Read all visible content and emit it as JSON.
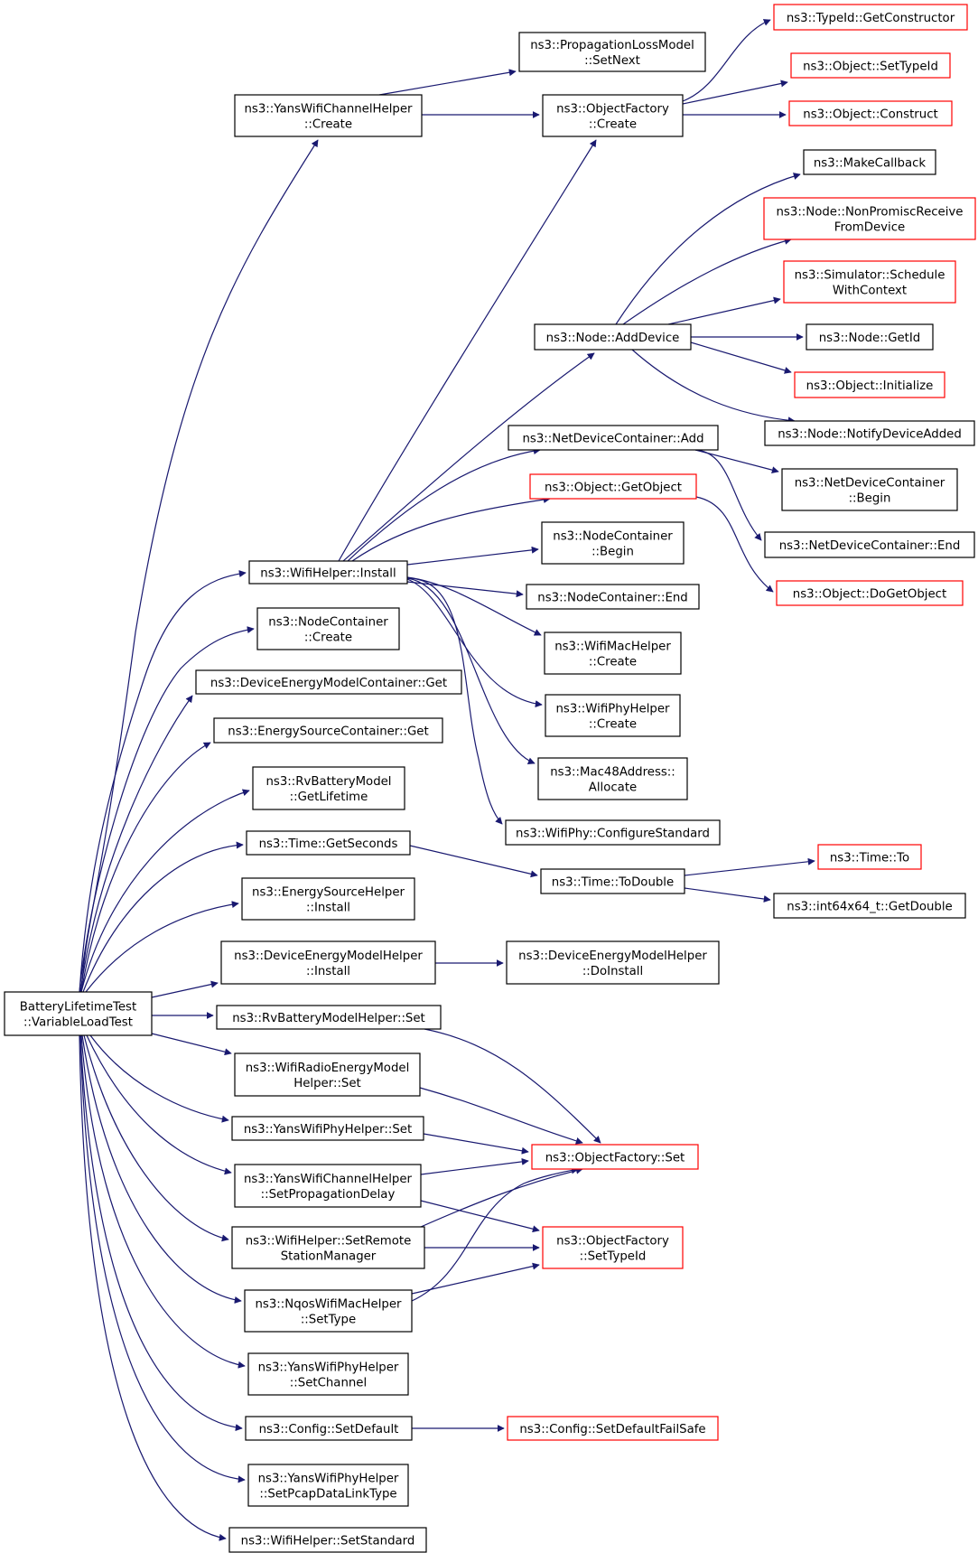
{
  "colors": {
    "edge": "#191970",
    "node_border": "#000000",
    "node_border_truncated": "#ff0000",
    "root_fill": "#bfbfbf",
    "node_fill": "#ffffff"
  },
  "nodes": {
    "root": {
      "lines": [
        "BatteryLifetimeTest",
        "::VariableLoadTest"
      ],
      "root": true
    },
    "yans_channel_create": {
      "lines": [
        "ns3::YansWifiChannelHelper",
        "::Create"
      ]
    },
    "wifi_install": {
      "lines": [
        "ns3::WifiHelper::Install"
      ]
    },
    "nodecontainer_create": {
      "lines": [
        "ns3::NodeContainer",
        "::Create"
      ]
    },
    "demc_get": {
      "lines": [
        "ns3::DeviceEnergyModelContainer::Get"
      ]
    },
    "esc_get": {
      "lines": [
        "ns3::EnergySourceContainer::Get"
      ]
    },
    "rvb_getlifetime": {
      "lines": [
        "ns3::RvBatteryModel",
        "::GetLifetime"
      ]
    },
    "time_getseconds": {
      "lines": [
        "ns3::Time::GetSeconds"
      ]
    },
    "esh_install": {
      "lines": [
        "ns3::EnergySourceHelper",
        "::Install"
      ]
    },
    "demh_install": {
      "lines": [
        "ns3::DeviceEnergyModelHelper",
        "::Install"
      ]
    },
    "rvbh_set": {
      "lines": [
        "ns3::RvBatteryModelHelper::Set"
      ]
    },
    "wremh_set": {
      "lines": [
        "ns3::WifiRadioEnergyModel",
        "Helper::Set"
      ]
    },
    "ywph_set": {
      "lines": [
        "ns3::YansWifiPhyHelper::Set"
      ]
    },
    "ywch_setprop": {
      "lines": [
        "ns3::YansWifiChannelHelper",
        "::SetPropagationDelay"
      ]
    },
    "wh_setremote": {
      "lines": [
        "ns3::WifiHelper::SetRemote",
        "StationManager"
      ]
    },
    "nqos_settype": {
      "lines": [
        "ns3::NqosWifiMacHelper",
        "::SetType"
      ]
    },
    "ywph_setchannel": {
      "lines": [
        "ns3::YansWifiPhyHelper",
        "::SetChannel"
      ]
    },
    "config_setdefault": {
      "lines": [
        "ns3::Config::SetDefault"
      ]
    },
    "ywph_setpcap": {
      "lines": [
        "ns3::YansWifiPhyHelper",
        "::SetPcapDataLinkType"
      ]
    },
    "wh_setstandard": {
      "lines": [
        "ns3::WifiHelper::SetStandard"
      ]
    },
    "plm_setnext": {
      "lines": [
        "ns3::PropagationLossModel",
        "::SetNext"
      ]
    },
    "of_create": {
      "lines": [
        "ns3::ObjectFactory",
        "::Create"
      ]
    },
    "node_adddevice": {
      "lines": [
        "ns3::Node::AddDevice"
      ]
    },
    "ndc_add": {
      "lines": [
        "ns3::NetDeviceContainer::Add"
      ]
    },
    "obj_getobject": {
      "lines": [
        "ns3::Object::GetObject"
      ],
      "truncated": true
    },
    "nc_begin": {
      "lines": [
        "ns3::NodeContainer",
        "::Begin"
      ]
    },
    "nc_end": {
      "lines": [
        "ns3::NodeContainer::End"
      ]
    },
    "wmh_create": {
      "lines": [
        "ns3::WifiMacHelper",
        "::Create"
      ]
    },
    "wph_create": {
      "lines": [
        "ns3::WifiPhyHelper",
        "::Create"
      ]
    },
    "mac48_allocate": {
      "lines": [
        "ns3::Mac48Address::",
        "Allocate"
      ]
    },
    "wifiphy_configstd": {
      "lines": [
        "ns3::WifiPhy::ConfigureStandard"
      ]
    },
    "time_todouble": {
      "lines": [
        "ns3::Time::ToDouble"
      ]
    },
    "demh_doinstall": {
      "lines": [
        "ns3::DeviceEnergyModelHelper",
        "::DoInstall"
      ]
    },
    "of_set": {
      "lines": [
        "ns3::ObjectFactory::Set"
      ],
      "truncated": true
    },
    "of_settypeid": {
      "lines": [
        "ns3::ObjectFactory",
        "::SetTypeId"
      ],
      "truncated": true
    },
    "config_setdefaultfs": {
      "lines": [
        "ns3::Config::SetDefaultFailSafe"
      ],
      "truncated": true
    },
    "typeid_getctor": {
      "lines": [
        "ns3::TypeId::GetConstructor"
      ],
      "truncated": true
    },
    "obj_settypeid": {
      "lines": [
        "ns3::Object::SetTypeId"
      ],
      "truncated": true
    },
    "obj_construct": {
      "lines": [
        "ns3::Object::Construct"
      ],
      "truncated": true
    },
    "makecallback": {
      "lines": [
        "ns3::MakeCallback"
      ]
    },
    "node_nonpromisc": {
      "lines": [
        "ns3::Node::NonPromiscReceive",
        "FromDevice"
      ],
      "truncated": true
    },
    "sim_schedulectx": {
      "lines": [
        "ns3::Simulator::Schedule",
        "WithContext"
      ],
      "truncated": true
    },
    "node_getid": {
      "lines": [
        "ns3::Node::GetId"
      ]
    },
    "obj_initialize": {
      "lines": [
        "ns3::Object::Initialize"
      ],
      "truncated": true
    },
    "node_notifyadded": {
      "lines": [
        "ns3::Node::NotifyDeviceAdded"
      ]
    },
    "ndc_begin": {
      "lines": [
        "ns3::NetDeviceContainer",
        "::Begin"
      ]
    },
    "ndc_end": {
      "lines": [
        "ns3::NetDeviceContainer::End"
      ]
    },
    "obj_dogetobject": {
      "lines": [
        "ns3::Object::DoGetObject"
      ],
      "truncated": true
    },
    "time_to": {
      "lines": [
        "ns3::Time::To"
      ],
      "truncated": true
    },
    "int64_getdouble": {
      "lines": [
        "ns3::int64x64_t::GetDouble"
      ]
    }
  }
}
